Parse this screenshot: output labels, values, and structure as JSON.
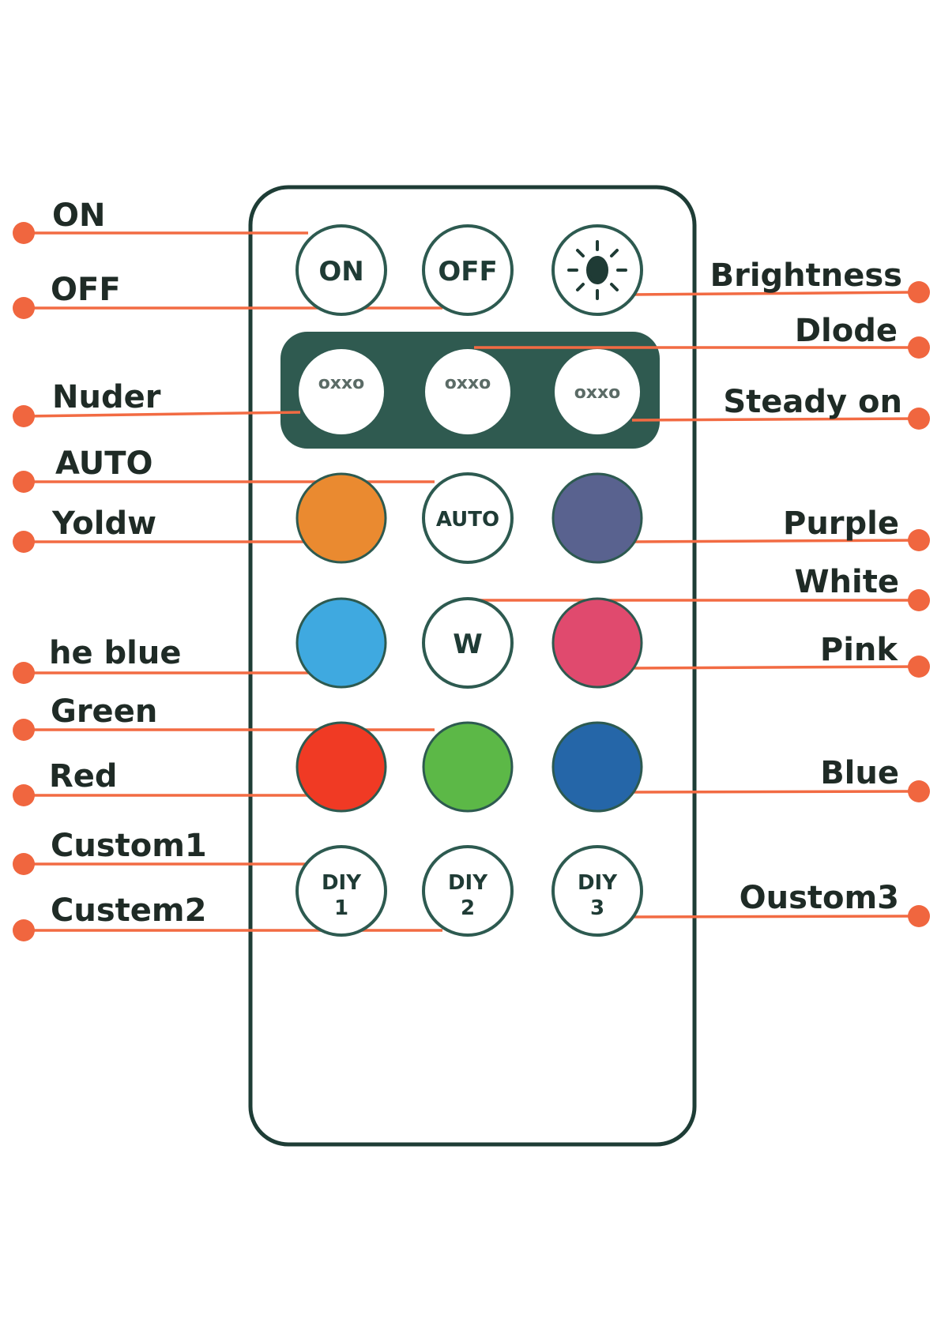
{
  "colors": {
    "line": "#f26b43",
    "dot": "#f0663f",
    "outline": "#2d5a50",
    "mode_panel": "#2f5a50",
    "orange": "#ea8a30",
    "purple": "#59628f",
    "light_blue": "#3fa9e0",
    "pink": "#e04a6e",
    "red": "#f03a24",
    "green": "#5cb847",
    "blue": "#2566a8"
  },
  "left_labels": {
    "on": "ON",
    "off": "OFF",
    "mode": "Nuder",
    "auto": "AUTO",
    "yellow": "Yoldw",
    "lake_blue": "he blue",
    "green": "Green",
    "red": "Red",
    "custom1": "Custom1",
    "custom2": "Custem2"
  },
  "right_labels": {
    "brightness": "Brightness",
    "mode": "Dlode",
    "steady_on": "Steady on",
    "purple": "Purple",
    "white": "White",
    "pink": "Pink",
    "blue": "Blue",
    "custom3": "Oustom3"
  },
  "buttons": {
    "on": "ON",
    "off": "OFF",
    "brightness_icon": "sun-icon",
    "mode1": "oxxo",
    "mode2": "oxxo",
    "mode3": "oxxo",
    "auto": "AUTO",
    "white": "W",
    "diy1": "DIY",
    "diy1_num": "1",
    "diy2": "DIY",
    "diy2_num": "2",
    "diy3": "DIY",
    "diy3_num": "3"
  }
}
